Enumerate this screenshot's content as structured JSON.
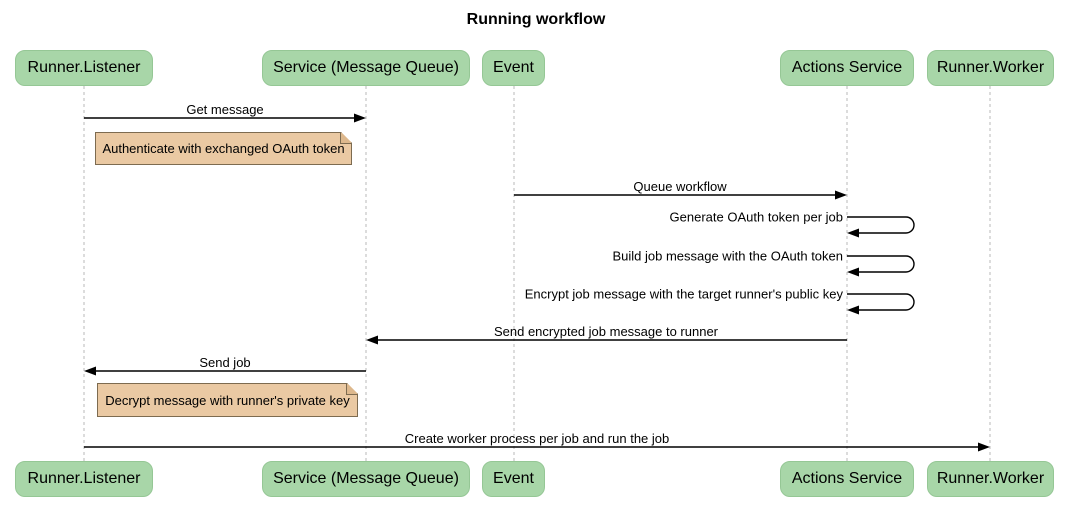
{
  "title": "Running workflow",
  "participants": [
    {
      "label": "Runner.Listener"
    },
    {
      "label": "Service (Message Queue)"
    },
    {
      "label": "Event"
    },
    {
      "label": "Actions Service"
    },
    {
      "label": "Runner.Worker"
    }
  ],
  "messages": [
    {
      "text": "Get message",
      "from": "Runner.Listener",
      "to": "Service (Message Queue)",
      "kind": "arrow"
    },
    {
      "text": "Queue workflow",
      "from": "Event",
      "to": "Actions Service",
      "kind": "arrow"
    },
    {
      "text": "Generate OAuth token per job",
      "from": "Actions Service",
      "to": "Actions Service",
      "kind": "self"
    },
    {
      "text": "Build job message with the OAuth token",
      "from": "Actions Service",
      "to": "Actions Service",
      "kind": "self"
    },
    {
      "text": "Encrypt job message with the target runner's public key",
      "from": "Actions Service",
      "to": "Actions Service",
      "kind": "self"
    },
    {
      "text": "Send encrypted job message to runner",
      "from": "Actions Service",
      "to": "Service (Message Queue)",
      "kind": "arrow"
    },
    {
      "text": "Send job",
      "from": "Service (Message Queue)",
      "to": "Runner.Listener",
      "kind": "arrow"
    },
    {
      "text": "Create worker process per job and run the job",
      "from": "Runner.Listener",
      "to": "Runner.Worker",
      "kind": "arrow"
    }
  ],
  "notes": [
    {
      "text": "Authenticate with exchanged OAuth token"
    },
    {
      "text": "Decrypt message with runner's private key"
    }
  ],
  "colors": {
    "actor-fill": "#a8d6a8",
    "actor-border": "#95c795",
    "note-fill": "#eac9a3",
    "note-border": "#7d6b50",
    "note-fold": "#ddb88d",
    "line": "#000000",
    "lifeline": "#b8b8b8",
    "text": "#000000"
  }
}
